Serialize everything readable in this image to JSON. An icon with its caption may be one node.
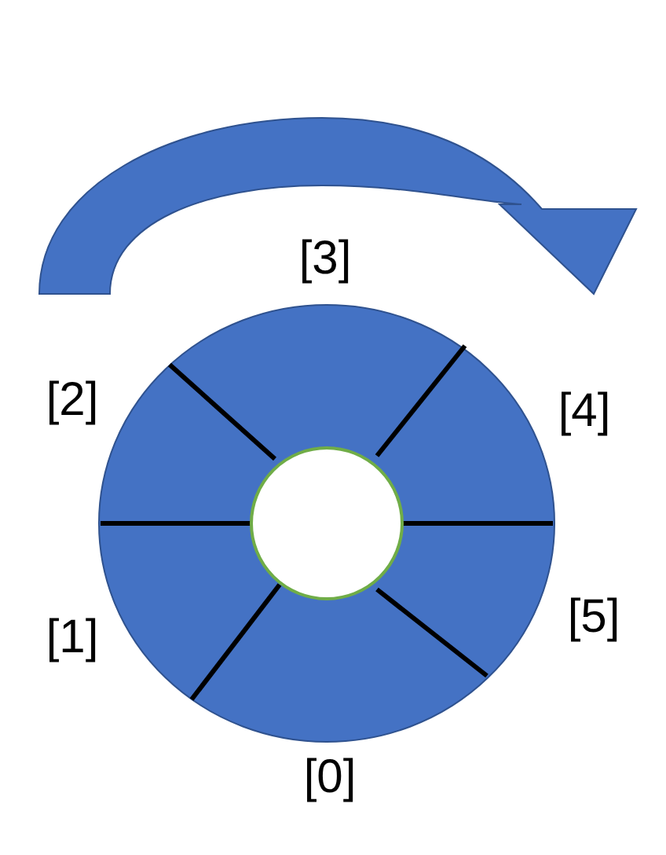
{
  "diagram": {
    "labels": [
      "[3]",
      "[2]",
      "[4]",
      "[1]",
      "[5]",
      "[0]"
    ]
  }
}
